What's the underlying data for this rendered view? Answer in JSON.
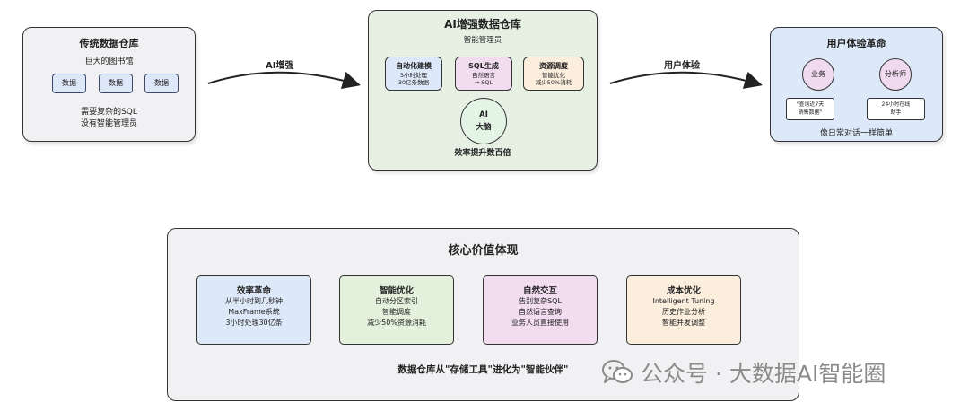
{
  "traditional": {
    "title": "传统数据仓库",
    "subtitle": "巨大的图书馆",
    "chips": [
      "数据",
      "数据",
      "数据"
    ],
    "notes": [
      "需要复杂的SQL",
      "没有智能管理员"
    ]
  },
  "arrow_left_label": "AI增强",
  "arrow_right_label": "用户体验",
  "ai_warehouse": {
    "title": "AI增强数据仓库",
    "subtitle": "智能管理员",
    "features": [
      {
        "title": "自动化建模",
        "lines": [
          "3小时处理",
          "30亿条数据"
        ],
        "color": "#dde8f8"
      },
      {
        "title": "SQL生成",
        "lines": [
          "自然语言",
          "→ SQL"
        ],
        "color": "#f1dcf0"
      },
      {
        "title": "资源调度",
        "lines": [
          "智能优化",
          "减少50%消耗"
        ],
        "color": "#fbeedd"
      }
    ],
    "brain_lines": [
      "AI",
      "大脑"
    ],
    "footer": "效率提升数百倍"
  },
  "user_experience": {
    "title": "用户体验革命",
    "roles": [
      "业务",
      "分析师"
    ],
    "quotes": [
      [
        "\"查询近7天",
        "销售数据\""
      ],
      [
        "24小时在线",
        "助手"
      ]
    ],
    "footer": "像日常对话一样简单"
  },
  "core_value": {
    "title": "核心价值体现",
    "cards": [
      {
        "title": "效率革命",
        "lines": [
          "从半小时到几秒钟",
          "MaxFrame系统",
          "3小时处理30亿条"
        ],
        "color": "#dde8f8"
      },
      {
        "title": "智能优化",
        "lines": [
          "自动分区索引",
          "智能调度",
          "减少50%资源消耗"
        ],
        "color": "#e3f1dc"
      },
      {
        "title": "自然交互",
        "lines": [
          "告别复杂SQL",
          "自然语言查询",
          "业务人员直接使用"
        ],
        "color": "#f1dcf0"
      },
      {
        "title": "成本优化",
        "lines": [
          "Intelligent Tuning",
          "历史作业分析",
          "智能并发调整"
        ],
        "color": "#fbeedd"
      }
    ],
    "footer": "数据仓库从\"存储工具\"进化为\"智能伙伴\""
  },
  "watermark": {
    "text": "公众号 · 大数据AI智能圈",
    "icon": "wechat-icon"
  }
}
